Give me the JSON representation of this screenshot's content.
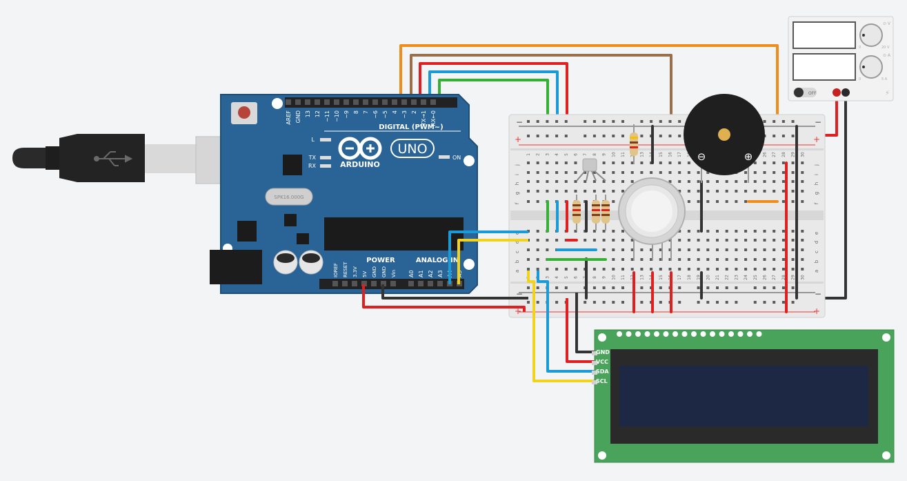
{
  "arduino": {
    "brand": "ARDUINO",
    "model": "UNO",
    "digital_label": "DIGITAL (PWM~)",
    "power_label": "POWER",
    "analog_label": "ANALOG IN",
    "led_labels": [
      "L",
      "TX",
      "RX"
    ],
    "on_label": "ON",
    "crystal_label": "SPK16.000G",
    "digital_pins": [
      "AREF",
      "GND",
      "13",
      "12",
      "~11",
      "~10",
      "~9",
      "8",
      "7",
      "~6",
      "~5",
      "4",
      "~3",
      "2",
      "TX→1",
      "RX←0"
    ],
    "power_pins": [
      "IOREF",
      "RESET",
      "3.3V",
      "5V",
      "GND",
      "GND",
      "Vin"
    ],
    "analog_pins": [
      "A0",
      "A1",
      "A2",
      "A3",
      "A4",
      "A5"
    ]
  },
  "breadboard": {
    "column_numbers": [
      "1",
      "2",
      "3",
      "4",
      "5",
      "6",
      "7",
      "8",
      "9",
      "10",
      "11",
      "12",
      "13",
      "14",
      "15",
      "16",
      "17",
      "18",
      "19",
      "20",
      "21",
      "22",
      "23",
      "24",
      "25",
      "26",
      "27",
      "28",
      "29",
      "30"
    ],
    "top_rows": [
      "j",
      "i",
      "h",
      "g",
      "f"
    ],
    "bottom_rows": [
      "e",
      "d",
      "c",
      "b",
      "a"
    ],
    "rail_minus": "−",
    "rail_plus": "+"
  },
  "buzzer": {
    "minus": "⊖",
    "plus": "⊕"
  },
  "power_supply": {
    "off_label": "OFF",
    "voltage_max": "20 V",
    "current_max": "5 A",
    "zero": "0",
    "knob1_label": "⊙ V",
    "knob2_label": "⊙ A"
  },
  "lcd": {
    "pins": [
      "GND",
      "VCC",
      "SDA",
      "SCL"
    ]
  },
  "colors": {
    "wire_orange": "#f08c1a",
    "wire_brown": "#9b6f4a",
    "wire_red": "#e02020",
    "wire_blue": "#1a9ad6",
    "wire_green": "#35b035",
    "wire_yellow": "#f2d31b",
    "wire_black": "#333333",
    "board_blue": "#2a6496",
    "lcd_green": "#4aa35a",
    "lcd_screen": "#1d2844"
  }
}
